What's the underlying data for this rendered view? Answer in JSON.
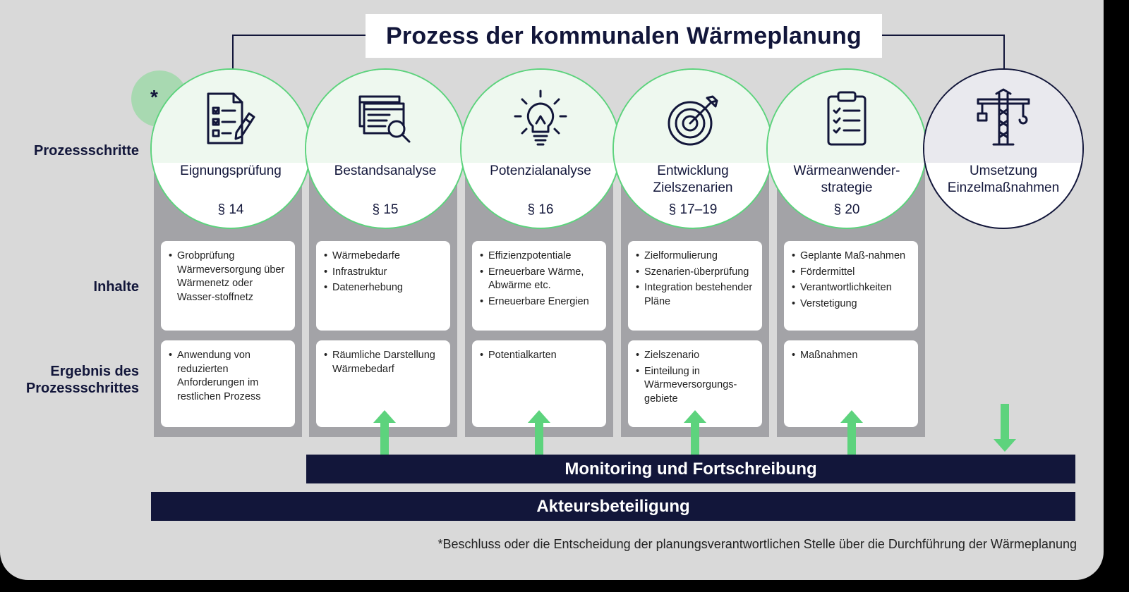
{
  "title": "Prozess der kommunalen Wärmeplanung",
  "row_labels": {
    "steps": "Prozessschritte",
    "contents": "Inhalte",
    "result_line1": "Ergebnis des",
    "result_line2": "Prozessschrittes"
  },
  "marker": "*",
  "steps": [
    {
      "name_line1": "Eignungsprüfung",
      "name_line2": "",
      "paragraph": "§ 14",
      "icon": "document-checklist-pen-icon"
    },
    {
      "name_line1": "Bestandsanalyse",
      "name_line2": "",
      "paragraph": "§ 15",
      "icon": "files-magnifier-icon"
    },
    {
      "name_line1": "Potenzialanalyse",
      "name_line2": "",
      "paragraph": "§ 16",
      "icon": "lightbulb-icon"
    },
    {
      "name_line1": "Entwicklung",
      "name_line2": "Zielszenarien",
      "paragraph": "§ 17–19",
      "icon": "target-arrow-icon"
    },
    {
      "name_line1": "Wärmeanwender-",
      "name_line2": "strategie",
      "paragraph": "§ 20",
      "icon": "clipboard-checklist-icon"
    },
    {
      "name_line1": "Umsetzung",
      "name_line2": "Einzelmaßnahmen",
      "paragraph": "",
      "icon": "crane-icon"
    }
  ],
  "contents": [
    [
      "Grobprüfung Wärmeversorgung über Wärmenetz oder Wasser-stoffnetz"
    ],
    [
      "Wärmebedarfe",
      "Infrastruktur",
      "Datenerhebung"
    ],
    [
      "Effizienzpotentiale",
      "Erneuerbare Wärme, Abwärme etc.",
      "Erneuerbare Energien"
    ],
    [
      "Zielformulierung",
      "Szenarien-überprüfung",
      "Integration bestehender Pläne"
    ],
    [
      "Geplante Maß-nahmen",
      "Fördermittel",
      "Verantwortlichkeiten",
      "Verstetigung"
    ]
  ],
  "results": [
    [
      "Anwendung von reduzierten Anforderungen im restlichen Prozess"
    ],
    [
      "Räumliche Darstellung Wärmebedarf"
    ],
    [
      "Potentialkarten"
    ],
    [
      "Zielszenario",
      "Einteilung in Wärmeversorgungs-gebiete"
    ],
    [
      "Maßnahmen"
    ]
  ],
  "bars": {
    "monitoring": "Monitoring und Fortschreibung",
    "participation": "Akteursbeteiligung"
  },
  "footnote": "*Beschluss oder die Entscheidung der planungsverantwortlichen Stelle über die Durchführung der Wärmeplanung",
  "colors": {
    "navy": "#12163a",
    "green": "#5dd37d",
    "light_green": "#a8d9b1",
    "panel": "#d9d9d9",
    "column": "#a3a3a7"
  }
}
